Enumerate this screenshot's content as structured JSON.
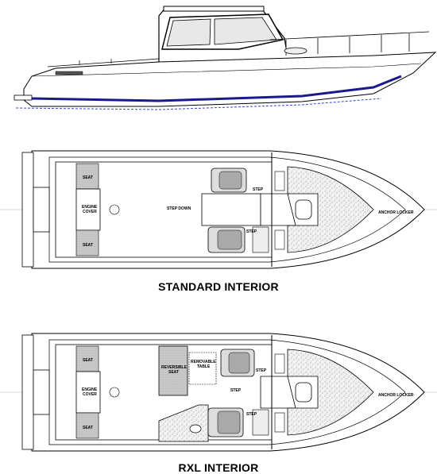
{
  "plans": {
    "standard": {
      "title": "STANDARD INTERIOR",
      "labels": {
        "seat_upper": "SEAT",
        "seat_lower": "SEAT",
        "engine_cover_1": "ENGINE",
        "engine_cover_2": "COVER",
        "step_down": "STEP DOWN",
        "step_upper": "STEP",
        "step_lower": "STEP",
        "anchor_locker": "ANCHOR LOCKER"
      }
    },
    "rxl": {
      "title": "RXL INTERIOR",
      "labels": {
        "seat_upper": "SEAT",
        "seat_lower": "SEAT",
        "engine_cover_1": "ENGINE",
        "engine_cover_2": "COVER",
        "reversible_seat_1": "REVERSIBLE",
        "reversible_seat_2": "SEAT",
        "removable_table_1": "REMOVABLE",
        "removable_table_2": "TABLE",
        "step_mid": "STEP",
        "step_upper": "STEP",
        "step_lower": "STEP",
        "anchor_locker": "ANCHOR LOCKER"
      }
    }
  },
  "colors": {
    "hull_stripe": "#1a1a8c",
    "waterline": "#3344cc",
    "ink": "#000000",
    "seat_fill": "#c8c8c8"
  }
}
